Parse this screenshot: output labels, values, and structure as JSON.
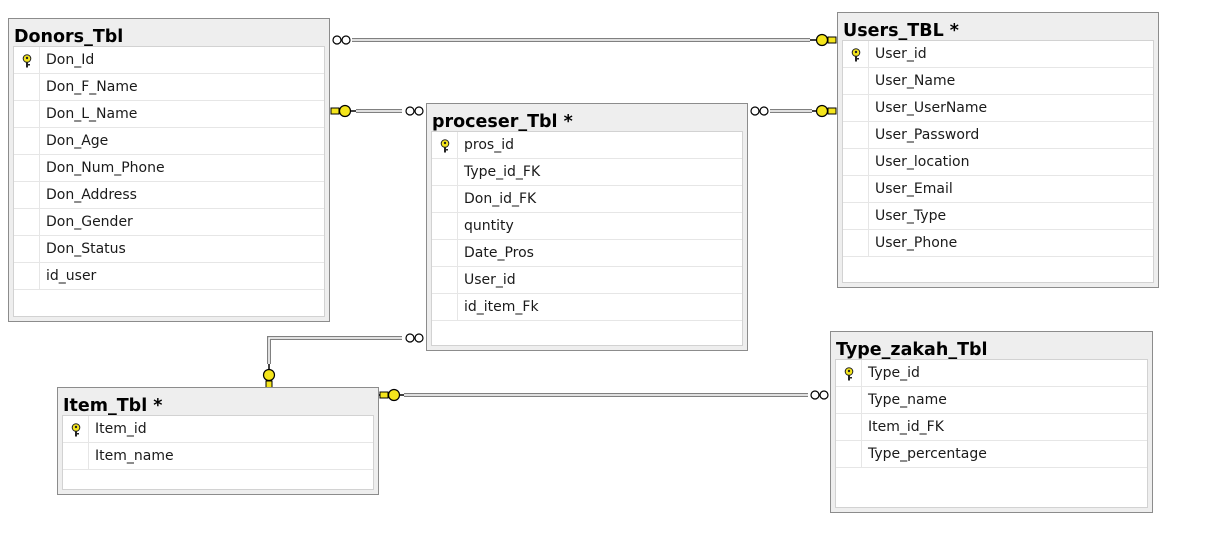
{
  "colors": {
    "key_yellow": "#f4e51c",
    "border": "#8c8c8c",
    "line": "#808080"
  },
  "tables": {
    "donors": {
      "title": "Donors_Tbl",
      "columns": [
        "Don_Id",
        "Don_F_Name",
        "Don_L_Name",
        "Don_Age",
        "Don_Num_Phone",
        "Don_Address",
        "Don_Gender",
        "Don_Status",
        "id_user"
      ],
      "primary_key": "Don_Id"
    },
    "users": {
      "title": "Users_TBL *",
      "columns": [
        "User_id",
        "User_Name",
        "User_UserName",
        "User_Password",
        "User_location",
        "User_Email",
        "User_Type",
        "User_Phone"
      ],
      "primary_key": "User_id"
    },
    "proceser": {
      "title": "proceser_Tbl *",
      "columns": [
        "pros_id",
        "Type_id_FK",
        "Don_id_FK",
        "quntity",
        "Date_Pros",
        "User_id",
        "id_item_Fk"
      ],
      "primary_key": "pros_id"
    },
    "item": {
      "title": "Item_Tbl *",
      "columns": [
        "Item_id",
        "Item_name"
      ],
      "primary_key": "Item_id"
    },
    "type_zakah": {
      "title": "Type_zakah_Tbl",
      "columns": [
        "Type_id",
        "Type_name",
        "Item_id_FK",
        "Type_percentage"
      ],
      "primary_key": "Type_id"
    }
  },
  "relationships": [
    {
      "from": "Donors_Tbl",
      "to": "Users_TBL",
      "one_side": "Users_TBL",
      "many_side": "Donors_Tbl"
    },
    {
      "from": "Donors_Tbl",
      "to": "proceser_Tbl",
      "one_side": "Donors_Tbl",
      "many_side": "proceser_Tbl"
    },
    {
      "from": "proceser_Tbl",
      "to": "Users_TBL",
      "one_side": "Users_TBL",
      "many_side": "proceser_Tbl"
    },
    {
      "from": "Item_Tbl",
      "to": "proceser_Tbl",
      "one_side": "Item_Tbl",
      "many_side": "proceser_Tbl"
    },
    {
      "from": "Item_Tbl",
      "to": "Type_zakah_Tbl",
      "one_side": "Item_Tbl",
      "many_side": "Type_zakah_Tbl"
    }
  ]
}
